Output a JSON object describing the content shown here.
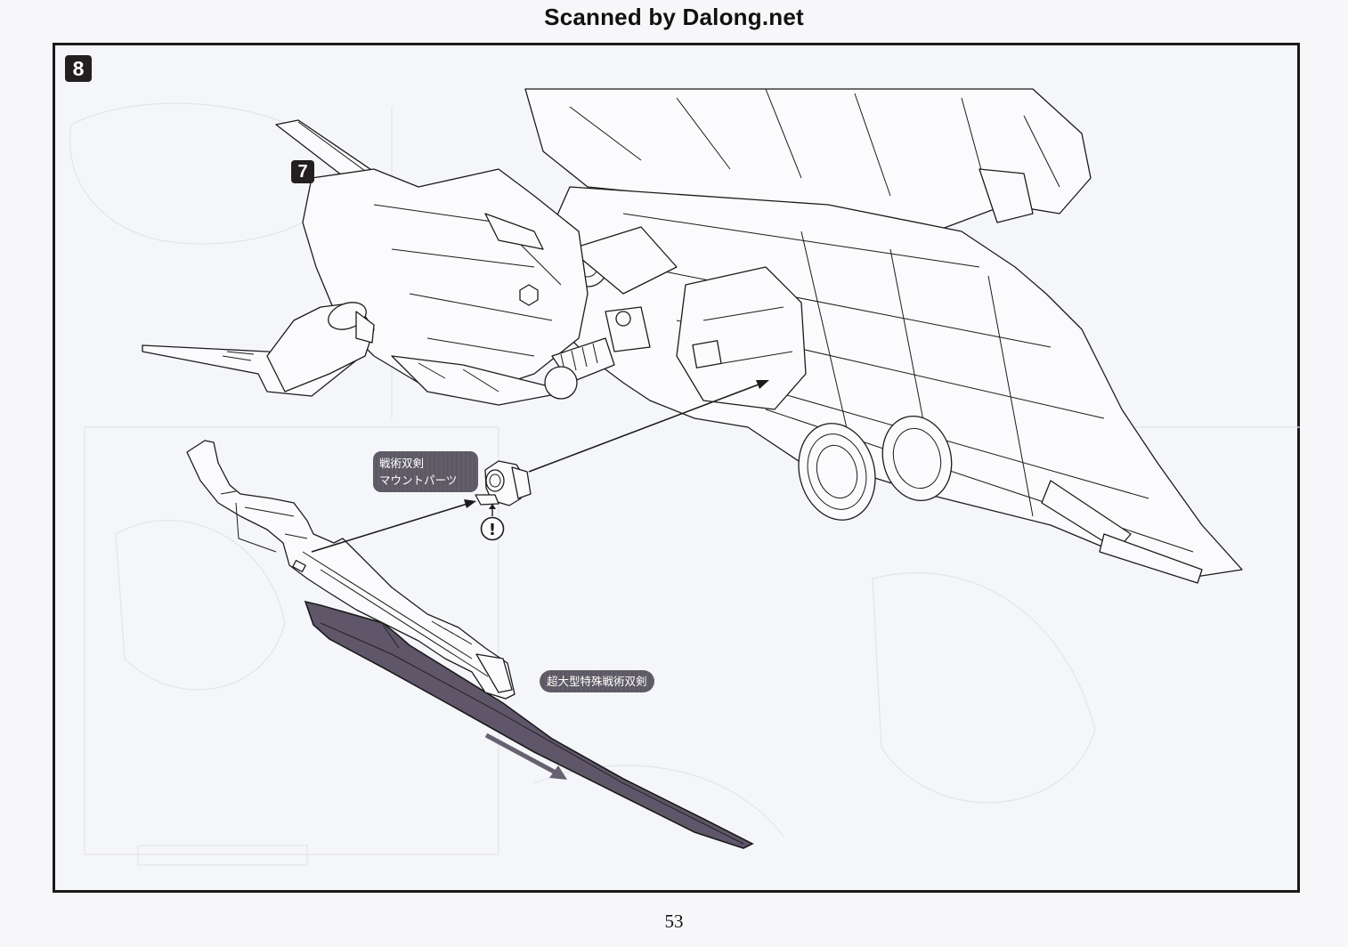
{
  "header": {
    "scan_credit": "Scanned by Dalong.net"
  },
  "step": {
    "number": "8",
    "sub_step_reference": "7"
  },
  "callouts": {
    "mount_part": {
      "line1": "戦術双剣",
      "line2": "マウントパーツ"
    },
    "sword": "超大型特殊戦術双剣"
  },
  "icons": {
    "caution": "!"
  },
  "colors": {
    "badge": "#231f20",
    "callout": "#5d5566",
    "line_art": "#1b1b1b",
    "paper": "#f7f7fa"
  },
  "footer": {
    "page_number": "53"
  }
}
